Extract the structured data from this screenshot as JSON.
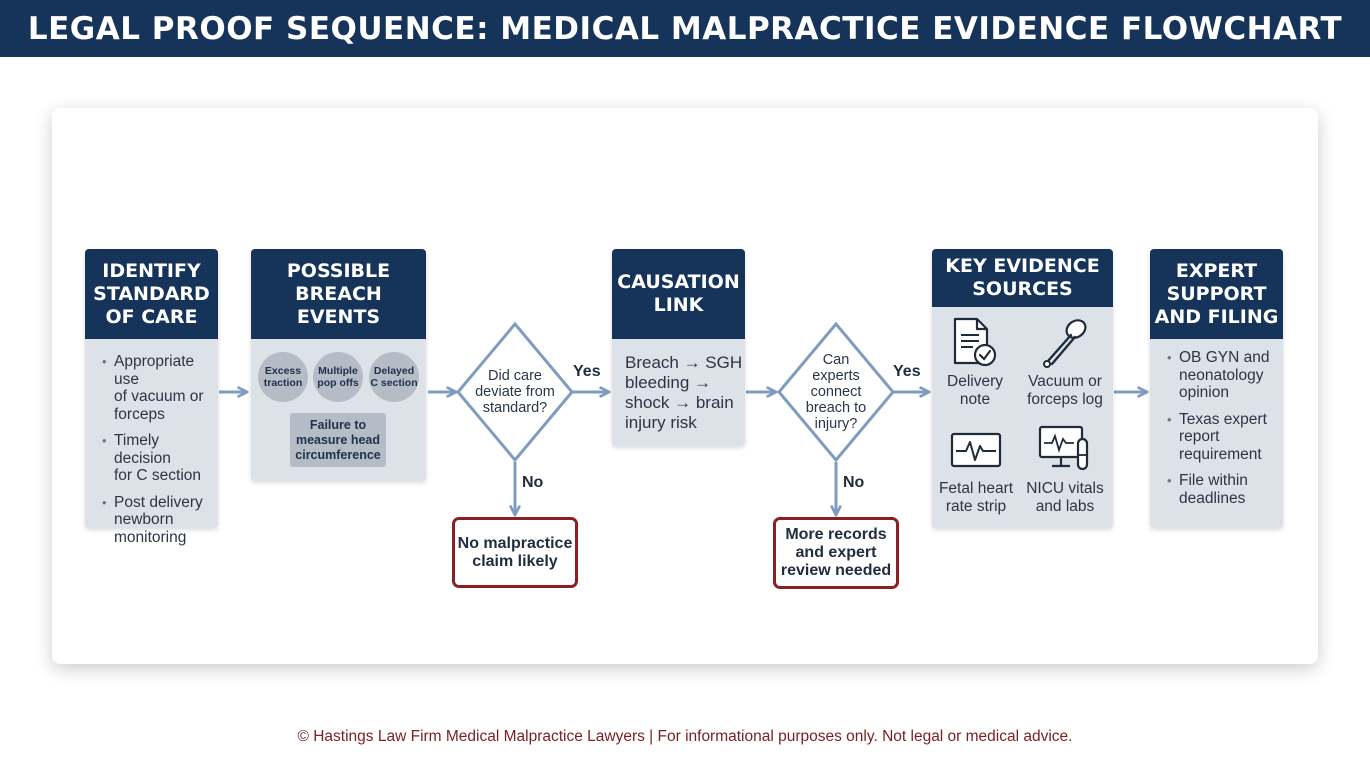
{
  "header": {
    "title": "LEGAL PROOF SEQUENCE: MEDICAL MALPRACTICE EVIDENCE FLOWCHART"
  },
  "standard_of_care": {
    "title_lines": [
      "IDENTIFY",
      "STANDARD",
      "OF CARE"
    ],
    "bullets": [
      [
        "Appropriate use",
        "of vacuum or",
        "forceps"
      ],
      [
        "Timely decision",
        "for C section"
      ],
      [
        "Post delivery",
        "newborn",
        "monitoring"
      ]
    ]
  },
  "breach_events": {
    "title_lines": [
      "POSSIBLE",
      "BREACH",
      "EVENTS"
    ],
    "circles": [
      [
        "Excess",
        "traction"
      ],
      [
        "Multiple",
        "pop offs"
      ],
      [
        "Delayed",
        "C section"
      ]
    ],
    "box_lines": [
      "Failure to",
      "measure head",
      "circumference"
    ]
  },
  "decision_1": {
    "question_lines": [
      "Did care",
      "deviate from",
      "standard?"
    ],
    "yes": "Yes",
    "no": "No",
    "outcome_lines": [
      "No malpractice",
      "claim likely"
    ]
  },
  "causation": {
    "title_lines": [
      "CAUSATION",
      "LINK"
    ],
    "body_lines": [
      "Breach → SGH",
      "bleeding →",
      "shock → brain",
      "injury risk"
    ]
  },
  "decision_2": {
    "question_lines": [
      "Can",
      "experts",
      "connect",
      "breach to",
      "injury?"
    ],
    "yes": "Yes",
    "no": "No",
    "outcome_lines": [
      "More records",
      "and expert",
      "review needed"
    ]
  },
  "evidence": {
    "title_lines": [
      "KEY EVIDENCE",
      "SOURCES"
    ],
    "items": [
      {
        "icon": "document-check-icon",
        "lines": [
          "Delivery",
          "note"
        ]
      },
      {
        "icon": "vacuum-forceps-icon",
        "lines": [
          "Vacuum or",
          "forceps log"
        ]
      },
      {
        "icon": "heart-rate-monitor-icon",
        "lines": [
          "Fetal heart",
          "rate strip"
        ]
      },
      {
        "icon": "monitor-test-tube-icon",
        "lines": [
          "NICU vitals",
          "and labs"
        ]
      }
    ]
  },
  "expert": {
    "title_lines": [
      "EXPERT",
      "SUPPORT",
      "AND FILING"
    ],
    "bullets": [
      [
        "OB GYN and",
        "neonatology",
        "opinion"
      ],
      [
        "Texas expert",
        "report",
        "requirement"
      ],
      [
        "File within",
        "deadlines"
      ]
    ]
  },
  "footer": {
    "text": "© Hastings Law Firm Medical Malpractice Lawyers | For informational purposes only. Not legal or medical advice."
  },
  "colors": {
    "navy": "#16335a",
    "card_bg": "#dde2e8",
    "arrow": "#7f9cbf",
    "outcome_border": "#8a1f24",
    "footer_text": "#7a1f22"
  }
}
